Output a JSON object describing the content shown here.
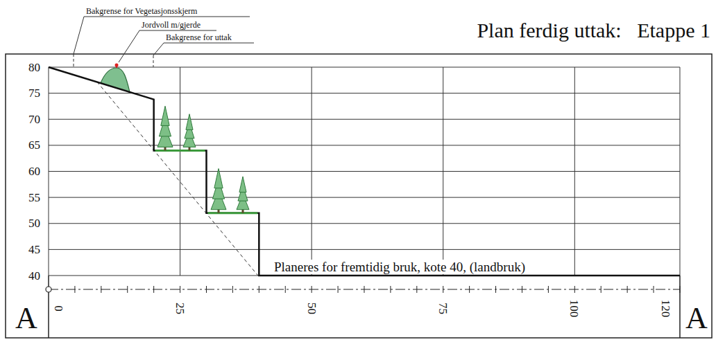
{
  "diagram": {
    "title": "Plan ferdig uttak:   Etappe 1",
    "labels": [
      "Bakgrense for Vegetasjonsskjerm",
      "Jordvoll m/gjerde",
      "Bakgrense for uttak",
      "80",
      "75",
      "70",
      "65",
      "60",
      "55",
      "50",
      "45",
      "40",
      "0",
      "25",
      "50",
      "75",
      "100",
      "120",
      "A",
      "A",
      "Planeres for fremtidig bruk, kote 40, (landbruk)"
    ]
  }
}
